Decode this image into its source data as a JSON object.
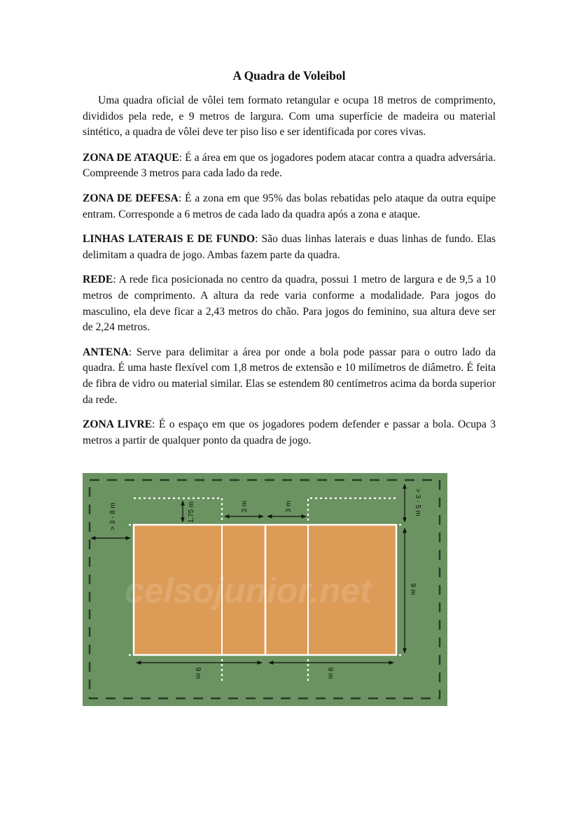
{
  "document": {
    "title": "A Quadra de Voleibol",
    "intro": "Uma quadra oficial de vôlei tem formato retangular e ocupa 18 metros de comprimento, divididos pela rede, e 9 metros de largura. Com uma superfície de madeira ou material sintético, a quadra de vôlei deve ter piso liso e ser identificada por cores vivas.",
    "sections": [
      {
        "term": "ZONA DE ATAQUE",
        "text": ": É a área em que os jogadores podem atacar contra a quadra adversária. Compreende 3 metros para cada lado da rede."
      },
      {
        "term": "ZONA DE DEFESA",
        "text": ": É a zona em que 95% das bolas rebatidas pelo ataque da outra equipe entram. Corresponde a 6 metros de cada lado da quadra após a zona e ataque."
      },
      {
        "term": "LINHAS LATERAIS E DE FUNDO",
        "text": ": São duas linhas laterais e duas linhas de fundo. Elas delimitam a quadra de jogo. Ambas fazem parte da quadra."
      },
      {
        "term": "REDE",
        "text": ": A rede fica posicionada no centro da quadra, possui 1 metro de largura e de 9,5 a 10 metros de comprimento. A altura da rede varia conforme a modalidade. Para jogos do masculino, ela deve ficar a 2,43 metros do chão. Para jogos do feminino, sua altura deve ser de 2,24 metros."
      },
      {
        "term": "ANTENA",
        "text": ": Serve para delimitar a área por onde a bola pode passar para o outro lado da quadra. É uma haste flexível com 1,8 metros de extensão e 10 milímetros de diâmetro. É feita de fibra de vidro ou material similar. Elas se estendem 80 centímetros acima da borda superior da rede."
      },
      {
        "term": "ZONA LIVRE",
        "text": ": É o espaço em que os jogadores podem defender e passar a bola. Ocupa 3 metros a partir de qualquer ponto da quadra de jogo."
      }
    ]
  },
  "diagram": {
    "colors": {
      "free_zone": "#6b9361",
      "court": "#dc9b57",
      "lines": "#ffffff",
      "dashes": "#2a3a26"
    },
    "labels": {
      "left_free_zone": "> 3 - 8 m",
      "bench_zone": "1,75 m",
      "attack_left": "3 m",
      "attack_right": "3 m",
      "right_free_zone": "> 3 - 5 m",
      "court_width": "9 m",
      "half_left": "9 m",
      "half_right": "9 m"
    },
    "watermark": "celsojunior.net"
  }
}
